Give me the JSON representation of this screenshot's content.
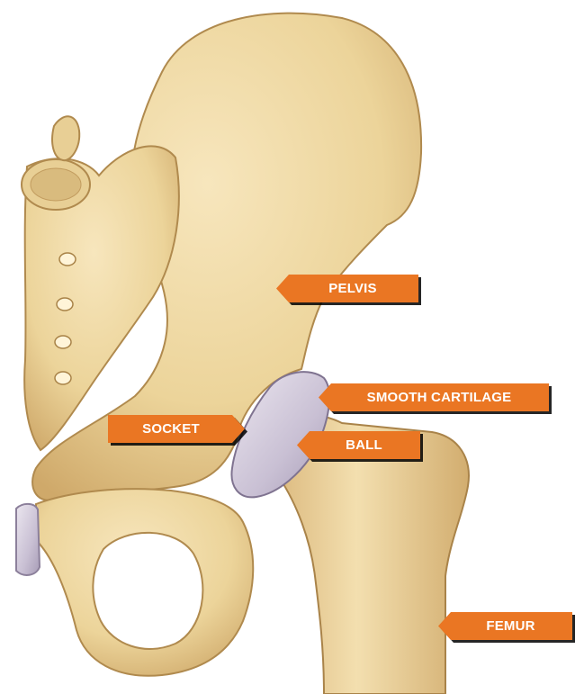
{
  "labels": {
    "pelvis": "PELVIS",
    "smooth_cartilage": "SMOOTH CARTILAGE",
    "socket": "SOCKET",
    "ball": "BALL",
    "femur": "FEMUR"
  },
  "colors": {
    "label_bg": "#ea7623",
    "label_text": "#ffffff",
    "bone": "#ecd49a",
    "bone_shadow": "#c9a765",
    "cartilage": "#c8c0d2"
  }
}
